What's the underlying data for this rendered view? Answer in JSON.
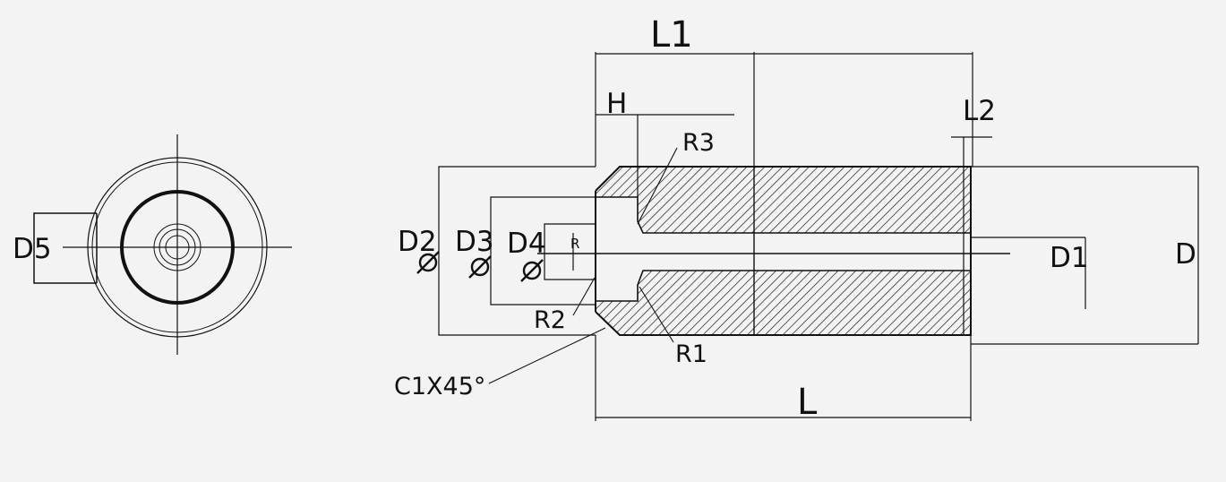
{
  "labels": {
    "d5": "D5",
    "l1": "L1",
    "h": "H",
    "l2": "L2",
    "r3": "R3",
    "d2": "D2",
    "d3": "D3",
    "d4": "D4",
    "r": "R",
    "d1": "D1",
    "d": "D",
    "r2": "R2",
    "r1": "R1",
    "chamfer": "C1X45°",
    "l": "L",
    "diameter_symbol": "Ø"
  }
}
